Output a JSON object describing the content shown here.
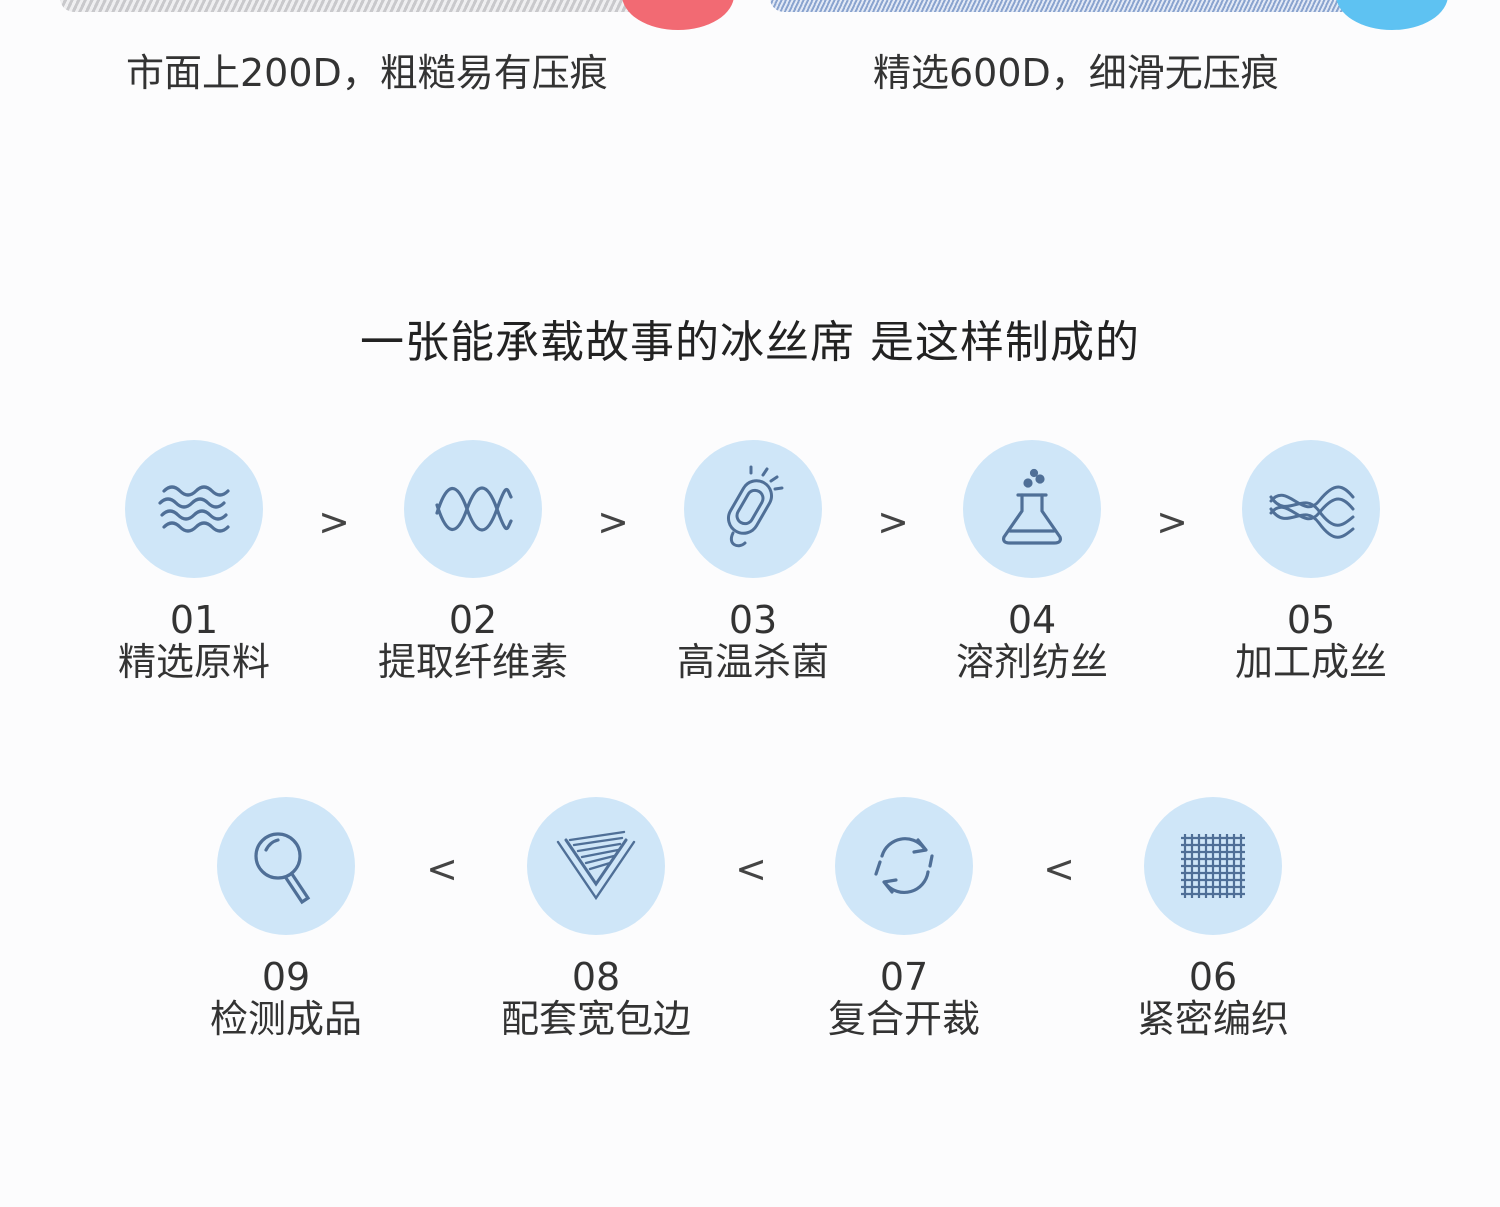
{
  "comparison": {
    "left_caption": "市面上200D，粗糙易有压痕",
    "right_caption": "精选600D，细滑无压痕"
  },
  "section_title": "一张能承载故事的冰丝席 是这样制成的",
  "steps_row1": [
    {
      "num": "01",
      "label": "精选原料",
      "icon": "waves-icon"
    },
    {
      "num": "02",
      "label": "提取纤维素",
      "icon": "helix-icon"
    },
    {
      "num": "03",
      "label": "高温杀菌",
      "icon": "bacteria-icon"
    },
    {
      "num": "04",
      "label": "溶剂纺丝",
      "icon": "flask-icon"
    },
    {
      "num": "05",
      "label": "加工成丝",
      "icon": "braid-icon"
    }
  ],
  "steps_row2": [
    {
      "num": "09",
      "label": "检测成品",
      "icon": "magnifier-icon"
    },
    {
      "num": "08",
      "label": "配套宽包边",
      "icon": "edge-binding-icon"
    },
    {
      "num": "07",
      "label": "复合开裁",
      "icon": "cycle-arrows-icon"
    },
    {
      "num": "06",
      "label": "紧密编织",
      "icon": "grid-weave-icon"
    }
  ],
  "arrows": {
    "forward": ">",
    "backward": "<"
  },
  "colors": {
    "circle_bg": "#cfe6f8",
    "icon_stroke": "#4f6f97",
    "bad_badge": "#f26a73",
    "good_badge": "#5ec2f2"
  }
}
